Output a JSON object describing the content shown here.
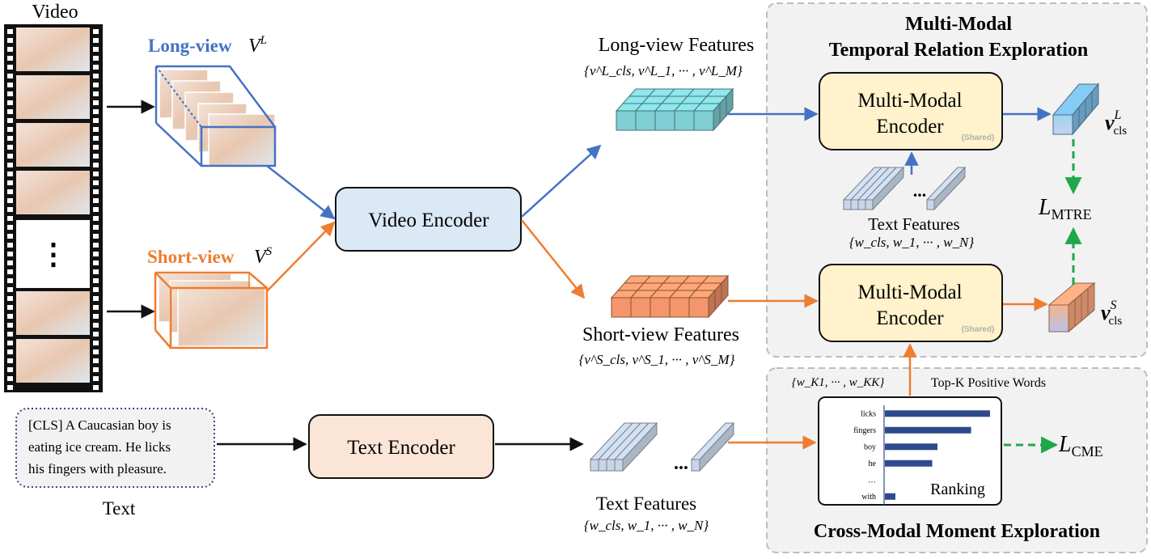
{
  "labels": {
    "video": "Video",
    "text": "Text",
    "long_view_title": "Long-view",
    "long_view_symbol": "V",
    "long_view_sup": "L",
    "short_view_title": "Short-view",
    "short_view_symbol": "V",
    "short_view_sup": "S",
    "video_encoder": "Video Encoder",
    "text_encoder": "Text Encoder",
    "long_view_features": "Long-view Features",
    "short_view_features": "Short-view Features",
    "text_features_bottom": "Text Features",
    "text_features_mid": "Text Features",
    "mtre_title_1": "Multi-Modal",
    "mtre_title_2": "Temporal Relation Exploration",
    "cme_title": "Cross-Modal Moment Exploration",
    "mm_encoder_line1": "Multi-Modal",
    "mm_encoder_line2": "Encoder",
    "shared": "(Shared)",
    "top_k": "Top-K Positive Words",
    "ranking": "Ranking",
    "loss_mtre_main": "L",
    "loss_mtre_sub": "MTRE",
    "loss_cme_main": "L",
    "loss_cme_sub": "CME",
    "v_cls_long": "v",
    "v_cls_long_sup": "L",
    "v_cls_long_sub": "cls",
    "v_cls_short": "v",
    "v_cls_short_sup": "S",
    "v_cls_short_sub": "cls",
    "ellipsis_vertical": "⋮",
    "ellipsis_horizontal": "...",
    "ellipsis_small": "…"
  },
  "formulas": {
    "long_features_set": "{v^L_cls, v^L_1, ··· , v^L_M}",
    "short_features_set": "{v^S_cls, v^S_1, ··· , v^S_M}",
    "text_features_set": "{w_cls, w_1, ··· , w_N}",
    "top_k_set": "{w_K1, ··· , w_KK}"
  },
  "caption_text": {
    "line1": "[CLS] A Caucasian boy is",
    "line2": "eating ice cream. He licks",
    "line3": "his fingers with pleasure."
  },
  "ranking_chart": {
    "type": "bar",
    "categories": [
      "licks",
      "fingers",
      "boy",
      "he",
      "…",
      "with"
    ],
    "values": [
      1.0,
      0.82,
      0.5,
      0.45,
      0,
      0.1
    ],
    "color": "#2e4a8c"
  },
  "colors": {
    "long": "#4472c4",
    "short": "#ed7d31",
    "green": "#1fa84a",
    "video_encoder_fill": "#dbe8f5",
    "text_encoder_fill": "#fbe5d6",
    "mm_encoder_fill": "#fff2cc",
    "panel_fill": "#f2f2f2",
    "cube_long": "#7fcfd4",
    "cube_short": "#f4956a",
    "text_feat": "#c9d6e8"
  }
}
